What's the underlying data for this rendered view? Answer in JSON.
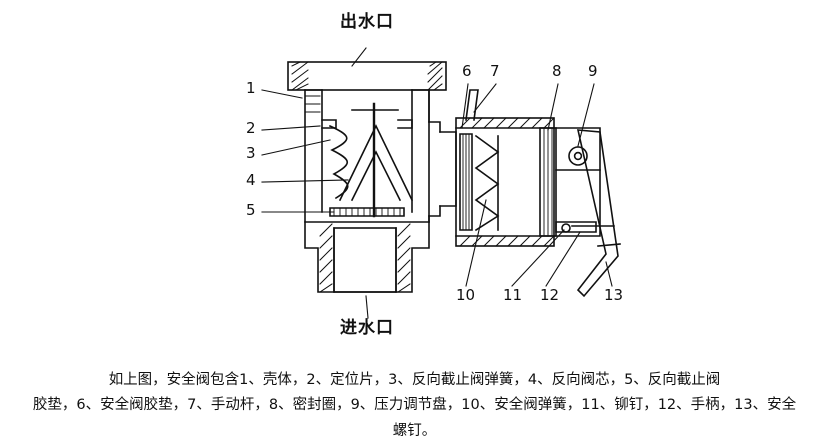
{
  "figure": {
    "title_top": "出水口",
    "title_bottom": "进水口",
    "callouts": [
      {
        "id": "1",
        "label": "1"
      },
      {
        "id": "2",
        "label": "2"
      },
      {
        "id": "3",
        "label": "3"
      },
      {
        "id": "4",
        "label": "4"
      },
      {
        "id": "5",
        "label": "5"
      },
      {
        "id": "6",
        "label": "6"
      },
      {
        "id": "7",
        "label": "7"
      },
      {
        "id": "8",
        "label": "8"
      },
      {
        "id": "9",
        "label": "9"
      },
      {
        "id": "10",
        "label": "10"
      },
      {
        "id": "11",
        "label": "11"
      },
      {
        "id": "12",
        "label": "12"
      },
      {
        "id": "13",
        "label": "13"
      }
    ]
  },
  "caption": {
    "line1": "如上图，安全阀包含1、壳体，2、定位片，3、反向截止阀弹簧，4、反向阀芯，5、反向截止阀",
    "line2": "胶垫，6、安全阀胶垫，7、手动杆，8、密封圈，9、压力调节盘，10、安全阀弹簧，11、铆钉，12、手柄，13、安全螺钉。"
  },
  "colors": {
    "line": "#111111",
    "background": "#ffffff",
    "text": "#111111"
  }
}
